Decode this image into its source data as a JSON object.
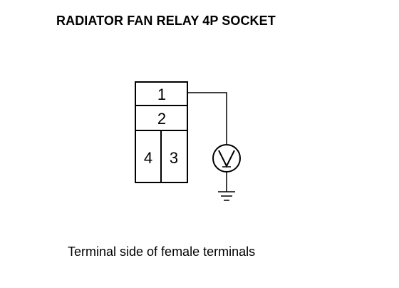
{
  "title": "RADIATOR FAN RELAY 4P SOCKET",
  "caption": "Terminal side of female terminals",
  "connector": {
    "terminals": {
      "t1": "1",
      "t2": "2",
      "t3": "3",
      "t4": "4"
    }
  },
  "meter": {
    "symbol": "V"
  },
  "colors": {
    "line": "#000000",
    "background": "#ffffff"
  }
}
